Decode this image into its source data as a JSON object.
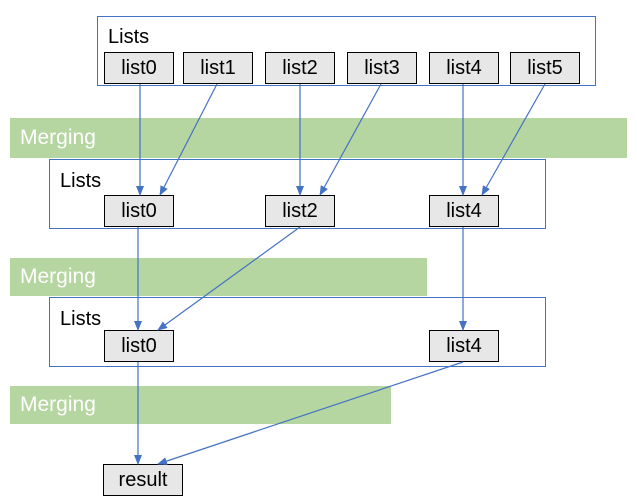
{
  "stages": [
    {
      "frame_label": "Lists",
      "items": [
        "list0",
        "list1",
        "list2",
        "list3",
        "list4",
        "list5"
      ]
    },
    {
      "band_label": "Merging"
    },
    {
      "frame_label": "Lists",
      "items": [
        "list0",
        "list2",
        "list4"
      ]
    },
    {
      "band_label": "Merging"
    },
    {
      "frame_label": "Lists",
      "items": [
        "list0",
        "list4"
      ]
    },
    {
      "band_label": "Merging"
    },
    {
      "result_label": "result"
    }
  ],
  "colors": {
    "frame_border": "#4472c4",
    "arrow": "#4472c4",
    "band": "#b5d6a0",
    "node_fill": "#e7e7e7"
  }
}
